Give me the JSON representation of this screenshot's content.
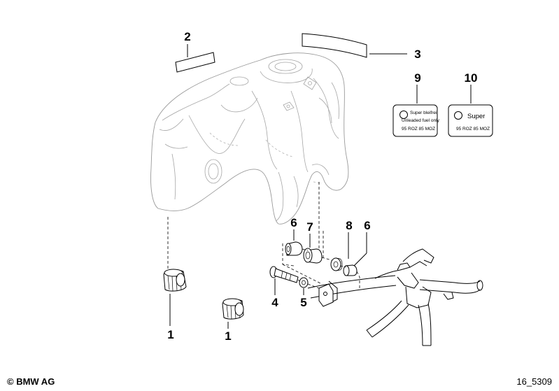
{
  "callouts": {
    "c2": "2",
    "c3": "3",
    "c9": "9",
    "c10": "10",
    "c6a": "6",
    "c7": "7",
    "c8": "8",
    "c6b": "6",
    "c4": "4",
    "c5": "5",
    "c1a": "1",
    "c1b": "1"
  },
  "label9": {
    "line1": "Super bleifrei",
    "line2": "Unleaded fuel only",
    "line3": "95 ROZ 85 MOZ"
  },
  "label10": {
    "line1": "Super",
    "line2": "95 ROZ 85 MOZ"
  },
  "footer": {
    "copyright": "© BMW AG",
    "diagram_id": "16_5309"
  }
}
